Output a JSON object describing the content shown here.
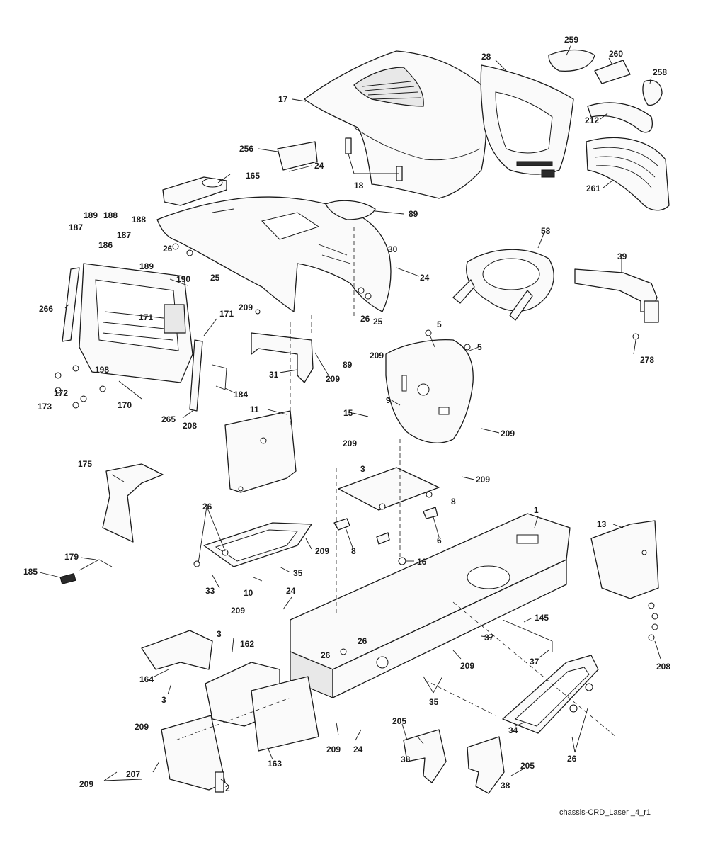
{
  "caption": "chassis-CRD_Laser _4_r1",
  "labels": {
    "l17": "17",
    "l28": "28",
    "l259": "259",
    "l260": "260",
    "l258": "258",
    "l212": "212",
    "l261": "261",
    "l18": "18",
    "l256": "256",
    "l165": "165",
    "l24a": "24",
    "l89a": "89",
    "l58": "58",
    "l39": "39",
    "l189a": "189",
    "l188a": "188",
    "l187a": "187",
    "l186": "186",
    "l187b": "187",
    "l188b": "188",
    "l189b": "189",
    "l26a": "26",
    "l25a": "25",
    "l30": "30",
    "l24b": "24",
    "l190": "190",
    "l266": "266",
    "l171a": "171",
    "l171b": "171",
    "l209a": "209",
    "l26b": "26",
    "l25b": "25",
    "l5a": "5",
    "l5b": "5",
    "l278": "278",
    "l209b": "209",
    "l89b": "89",
    "l31": "31",
    "l209c": "209",
    "l198": "198",
    "l172": "172",
    "l173": "173",
    "l170": "170",
    "l184": "184",
    "l265": "265",
    "l11": "11",
    "l9": "9",
    "l15": "15",
    "l209d": "209",
    "l208a": "208",
    "l209e": "209",
    "l3a": "3",
    "l209f": "209",
    "l8a": "8",
    "l175": "175",
    "l26c": "26",
    "l209g": "209",
    "l8b": "8",
    "l6": "6",
    "l1": "1",
    "l13": "13",
    "l16": "16",
    "l179": "179",
    "l185": "185",
    "l35a": "35",
    "l33": "33",
    "l10": "10",
    "l24c": "24",
    "l209h": "209",
    "l145": "145",
    "l3b": "3",
    "l162": "162",
    "l26d": "26",
    "l26e": "26",
    "l37a": "37",
    "l37b": "37",
    "l208b": "208",
    "l164": "164",
    "l3c": "3",
    "l209i": "209",
    "l35b": "35",
    "l205a": "205",
    "l34": "34",
    "l26f": "26",
    "l209j": "209",
    "l24d": "24",
    "l163": "163",
    "l207": "207",
    "l209k": "209",
    "l209l": "209",
    "l38a": "38",
    "l38b": "38",
    "l205b": "205",
    "l2": "2"
  }
}
